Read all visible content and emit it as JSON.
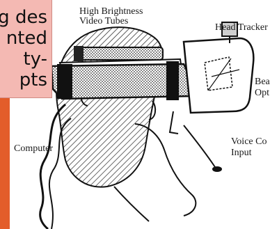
{
  "callout": {
    "lines": [
      "g des",
      "nted",
      "ty-",
      "pts"
    ]
  },
  "figure": {
    "labels": {
      "video_tubes": "High Brightness Video Tubes",
      "head_tracker": "Head Tracker",
      "beam_optics": "Bea Opt",
      "computer": "Computer",
      "voice": "Voice Co Input"
    },
    "colors": {
      "slide_background": "#e35d2a",
      "callout_fill": "#f4b9b3"
    }
  }
}
